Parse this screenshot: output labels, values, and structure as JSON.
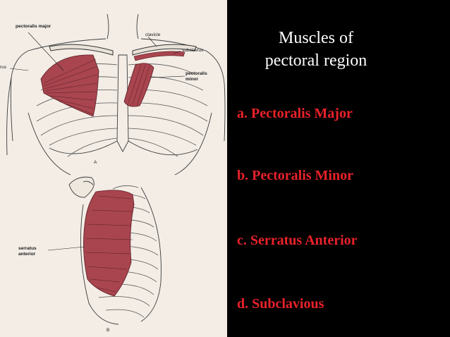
{
  "slide": {
    "title_line1": "Muscles of",
    "title_line2": "pectoral region",
    "items": [
      {
        "label": "a. Pectoralis Major"
      },
      {
        "label": "b. Pectoralis Minor"
      },
      {
        "label": "c. Serratus Anterior"
      },
      {
        "label": "d. Subclavious"
      }
    ],
    "colors": {
      "background": "#000000",
      "title": "#ffffff",
      "items": "#e8222a",
      "muscle": "#a8454f"
    }
  },
  "figure": {
    "labels": {
      "pectoralis_major": "pectoralis major",
      "clavicle": "clavicle",
      "subclavius": "subclavius",
      "humerus": "rus",
      "pectoralis_minor_line1": "pectoralis",
      "pectoralis_minor_line2": "minor",
      "panel_a": "A",
      "serratus_line1": "serratus",
      "serratus_line2": "anterior",
      "panel_b": "B"
    }
  }
}
